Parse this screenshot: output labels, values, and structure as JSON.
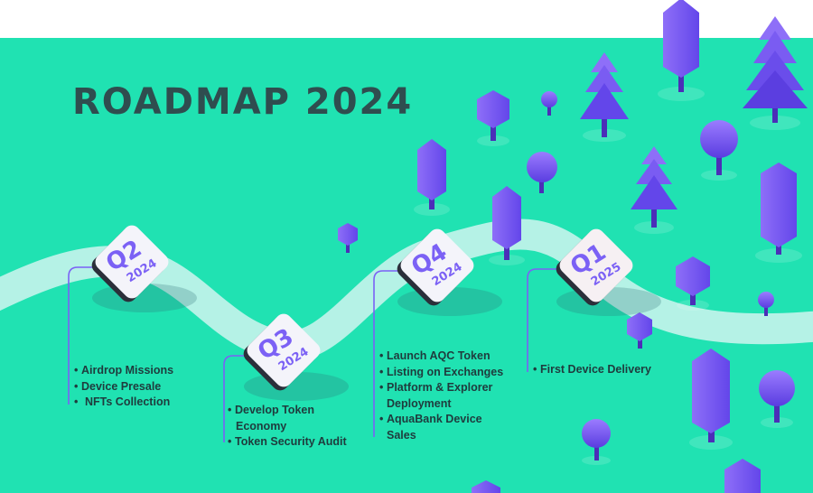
{
  "title": "ROADMAP 2024",
  "colors": {
    "background": "#20e2b2",
    "road": "#b5f2e6",
    "title_text": "#2f4d4f",
    "tile_text": "#7b61f5",
    "tile_face": "#f4f4fa",
    "tile_shadow": "#2b2f3a",
    "connector": "#7b61f5",
    "tree_light": "#8e6ff8",
    "tree_dark": "#5b3ee0",
    "trunk": "#4b2eb8"
  },
  "milestones": [
    {
      "quarter": "Q2",
      "year": "2024",
      "items": [
        "Airdrop Missions",
        "Device Presale",
        "NFTs Collection"
      ]
    },
    {
      "quarter": "Q3",
      "year": "2024",
      "items": [
        "Develop Token",
        "Economy",
        "Token Security Audit"
      ]
    },
    {
      "quarter": "Q4",
      "year": "2024",
      "items": [
        "Launch AQC Token",
        "Listing on Exchanges",
        "Platform & Explorer",
        "Deployment",
        "AquaBank Device",
        "Sales"
      ]
    },
    {
      "quarter": "Q1",
      "year": "2025",
      "items": [
        "First Device Delivery"
      ]
    }
  ]
}
